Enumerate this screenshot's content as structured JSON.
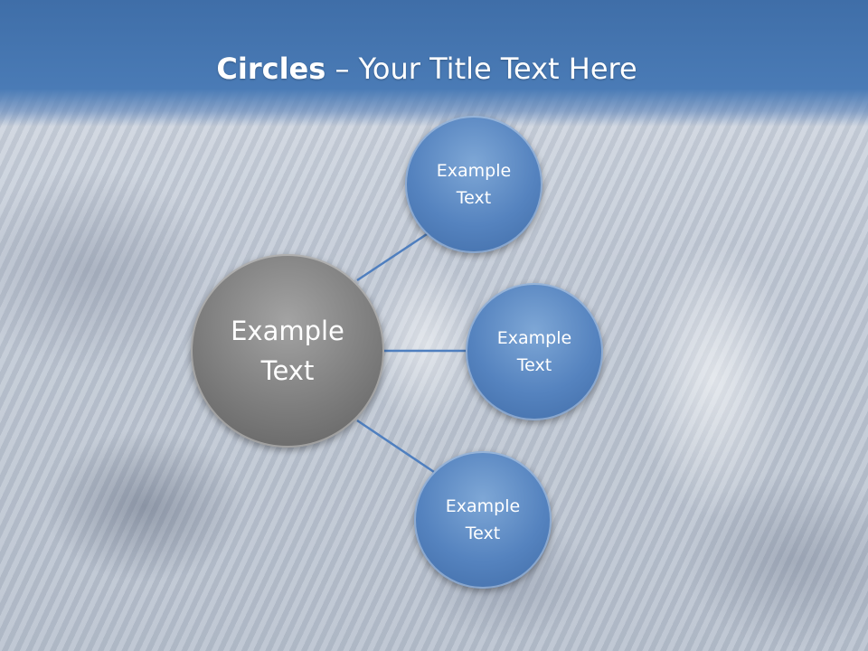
{
  "slide": {
    "title_bold": "Circles",
    "title_rest": " – Your Title Text Here"
  },
  "center_node": {
    "line1": "Example",
    "line2": "Text",
    "color": "#7d7d7d"
  },
  "nodes": [
    {
      "line1": "Example",
      "line2": "Text",
      "color": "#5583bf"
    },
    {
      "line1": "Example",
      "line2": "Text",
      "color": "#5583bf"
    },
    {
      "line1": "Example",
      "line2": "Text",
      "color": "#5583bf"
    }
  ],
  "connector_color": "#4f7fbf"
}
